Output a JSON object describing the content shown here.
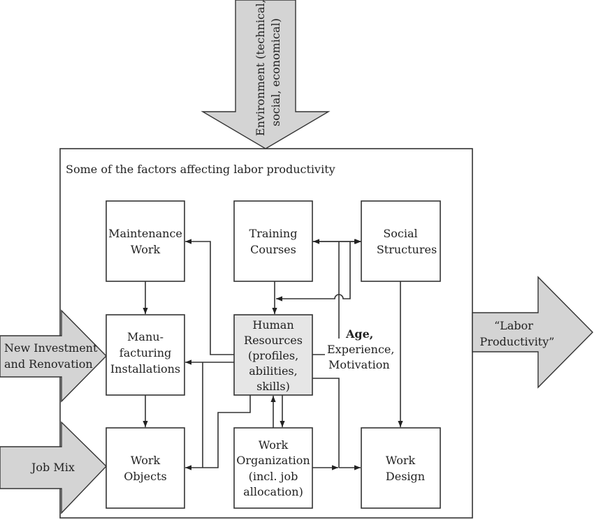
{
  "environment": {
    "lines": [
      "Environment (technical,",
      "social, economical)"
    ]
  },
  "frame_title": "Some of the factors affecting labor productivity",
  "inputs": {
    "new_investment": [
      "New Investment",
      "and Renovation"
    ],
    "job_mix": [
      "Job Mix"
    ]
  },
  "output": [
    "“Labor",
    "Productivity”"
  ],
  "boxes": {
    "maintenance": [
      "Maintenance",
      "Work"
    ],
    "training": [
      "Training",
      "Courses"
    ],
    "social": [
      "Social",
      "Structures"
    ],
    "manufacturing": [
      "Manu-",
      "facturing",
      "Installations"
    ],
    "human_resources": [
      "Human",
      "Resources",
      "(profiles,",
      "abilities,",
      "skills)"
    ],
    "work_objects": [
      "Work",
      "Objects"
    ],
    "work_organization": [
      "Work",
      "Organization",
      "(incl. job",
      "allocation)"
    ],
    "work_design": [
      "Work",
      "Design"
    ]
  },
  "annotation": {
    "bold": "Age,",
    "lines": [
      "Experience,",
      "Motivation"
    ]
  },
  "colors": {
    "human_resources_fill": "#e6e6e6",
    "arrow_fill": "#d4d4d4"
  }
}
